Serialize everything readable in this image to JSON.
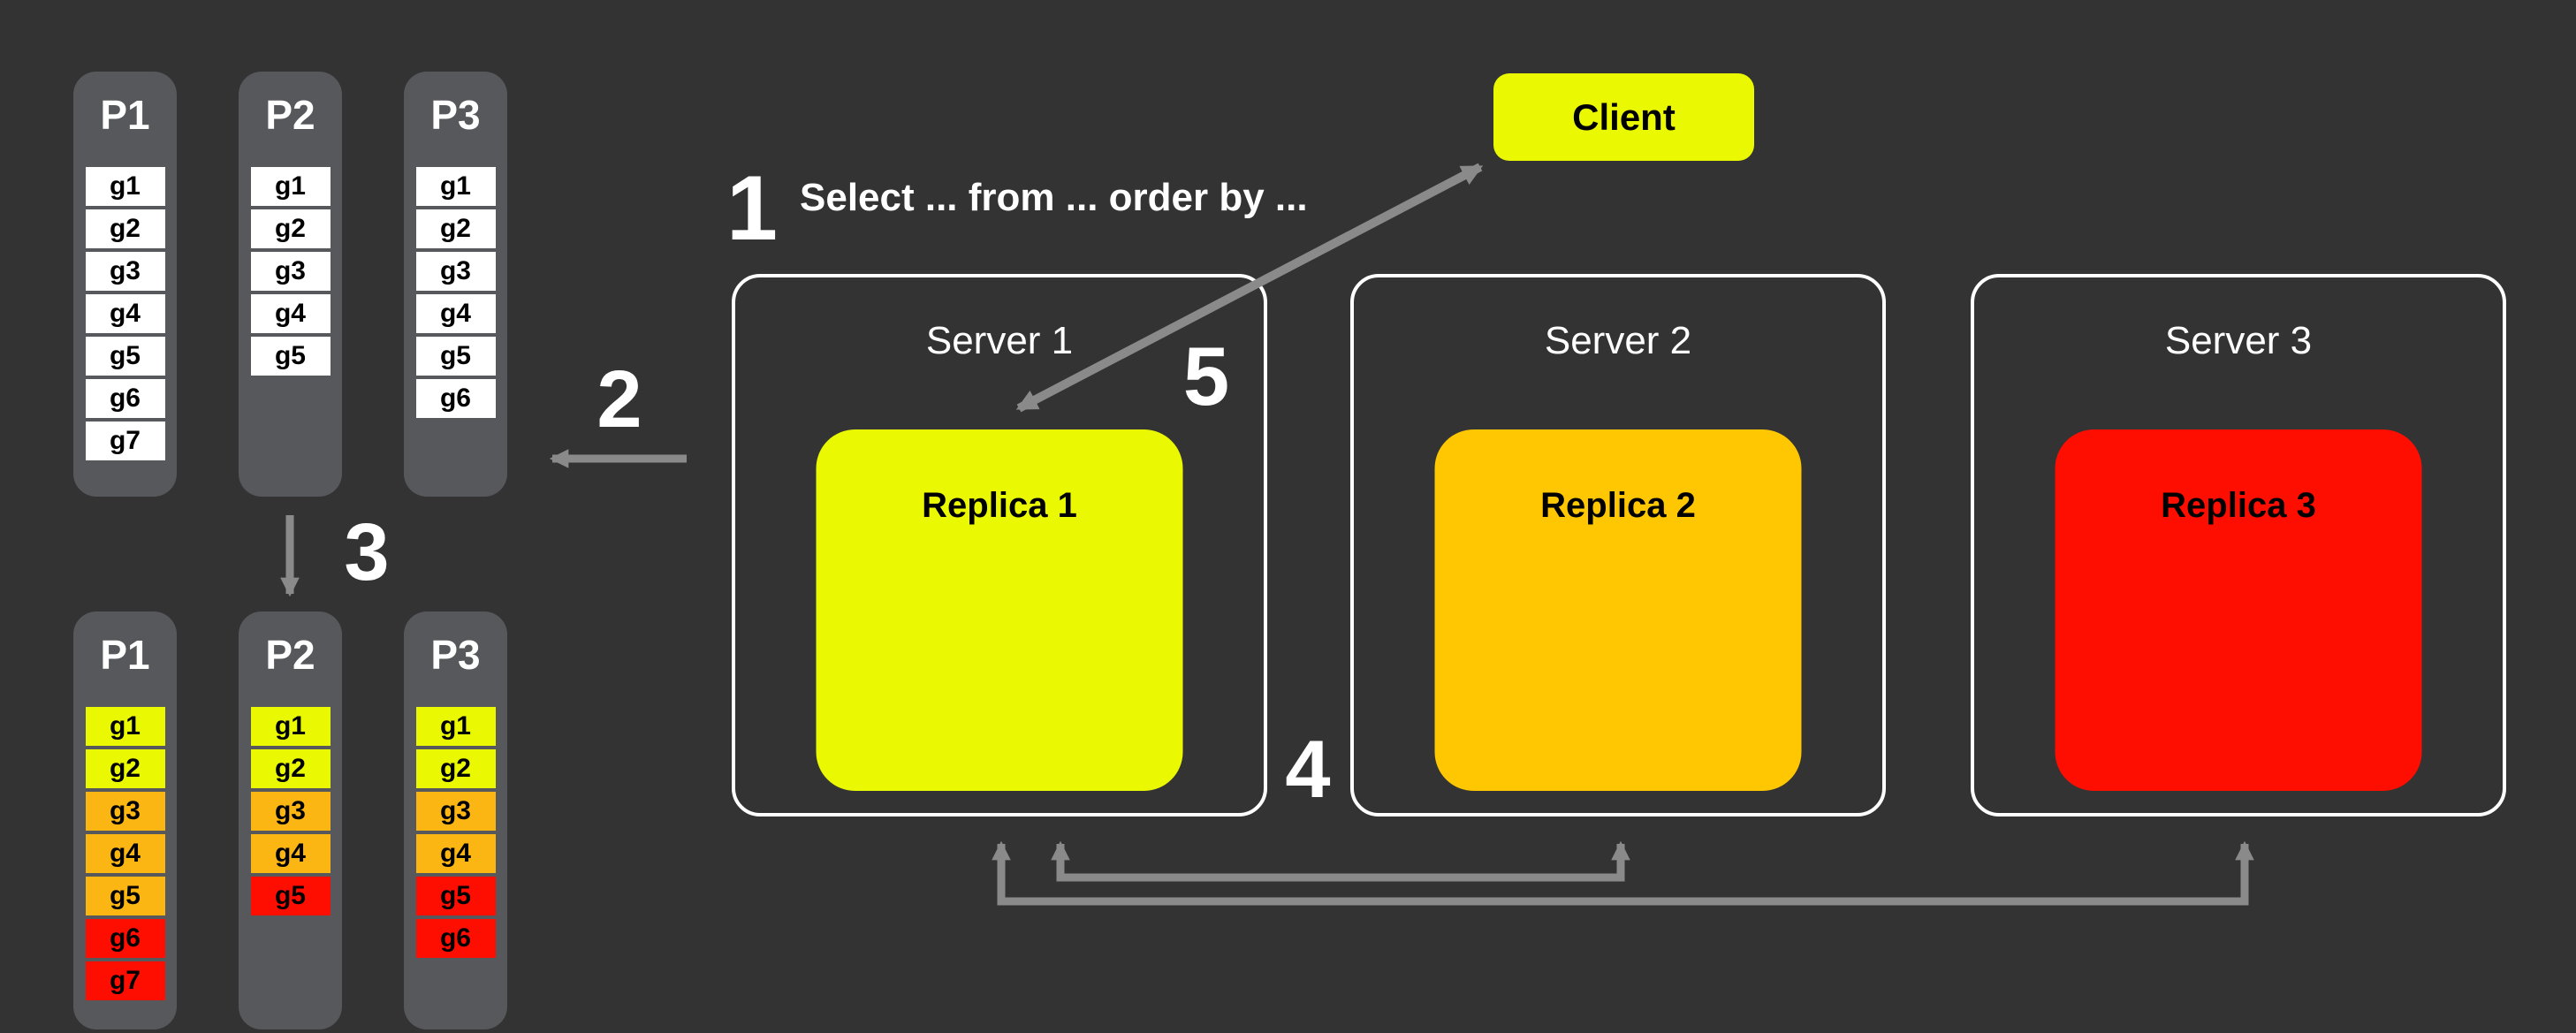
{
  "colors": {
    "background": "#333333",
    "partition_bg": "#57585B",
    "white": "#FFFFFF",
    "yellow": "#EAF802",
    "orange": "#FBB614",
    "orange_replica": "#FEC701",
    "red": "#FE0D01",
    "arrow": "#8A8A8A",
    "server_border": "#FFFFFF"
  },
  "steps": {
    "one": {
      "number": "1",
      "query": "Select ... from ... order by ..."
    },
    "two": "2",
    "three": "3",
    "four": "4",
    "five": "5"
  },
  "client": {
    "label": "Client"
  },
  "servers": [
    {
      "title": "Server 1",
      "replica": {
        "label": "Replica 1",
        "color_key": "yellow"
      }
    },
    {
      "title": "Server 2",
      "replica": {
        "label": "Replica 2",
        "color_key": "orange_replica"
      }
    },
    {
      "title": "Server 3",
      "replica": {
        "label": "Replica 3",
        "color_key": "red"
      }
    }
  ],
  "partition_sets": {
    "top": [
      {
        "title": "P1",
        "groups": [
          {
            "label": "g1",
            "color_key": "white"
          },
          {
            "label": "g2",
            "color_key": "white"
          },
          {
            "label": "g3",
            "color_key": "white"
          },
          {
            "label": "g4",
            "color_key": "white"
          },
          {
            "label": "g5",
            "color_key": "white"
          },
          {
            "label": "g6",
            "color_key": "white"
          },
          {
            "label": "g7",
            "color_key": "white"
          }
        ]
      },
      {
        "title": "P2",
        "groups": [
          {
            "label": "g1",
            "color_key": "white"
          },
          {
            "label": "g2",
            "color_key": "white"
          },
          {
            "label": "g3",
            "color_key": "white"
          },
          {
            "label": "g4",
            "color_key": "white"
          },
          {
            "label": "g5",
            "color_key": "white"
          }
        ]
      },
      {
        "title": "P3",
        "groups": [
          {
            "label": "g1",
            "color_key": "white"
          },
          {
            "label": "g2",
            "color_key": "white"
          },
          {
            "label": "g3",
            "color_key": "white"
          },
          {
            "label": "g4",
            "color_key": "white"
          },
          {
            "label": "g5",
            "color_key": "white"
          },
          {
            "label": "g6",
            "color_key": "white"
          }
        ]
      }
    ],
    "bottom": [
      {
        "title": "P1",
        "groups": [
          {
            "label": "g1",
            "color_key": "yellow"
          },
          {
            "label": "g2",
            "color_key": "yellow"
          },
          {
            "label": "g3",
            "color_key": "orange"
          },
          {
            "label": "g4",
            "color_key": "orange"
          },
          {
            "label": "g5",
            "color_key": "orange"
          },
          {
            "label": "g6",
            "color_key": "red"
          },
          {
            "label": "g7",
            "color_key": "red"
          }
        ]
      },
      {
        "title": "P2",
        "groups": [
          {
            "label": "g1",
            "color_key": "yellow"
          },
          {
            "label": "g2",
            "color_key": "yellow"
          },
          {
            "label": "g3",
            "color_key": "orange"
          },
          {
            "label": "g4",
            "color_key": "orange"
          },
          {
            "label": "g5",
            "color_key": "red"
          }
        ]
      },
      {
        "title": "P3",
        "groups": [
          {
            "label": "g1",
            "color_key": "yellow"
          },
          {
            "label": "g2",
            "color_key": "yellow"
          },
          {
            "label": "g3",
            "color_key": "orange"
          },
          {
            "label": "g4",
            "color_key": "orange"
          },
          {
            "label": "g5",
            "color_key": "red"
          },
          {
            "label": "g6",
            "color_key": "red"
          }
        ]
      }
    ]
  }
}
